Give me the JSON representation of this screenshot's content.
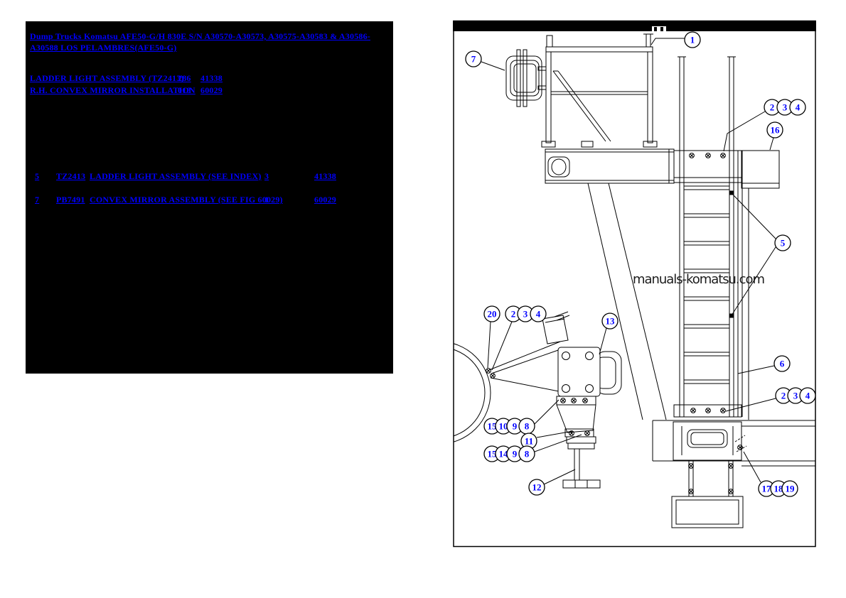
{
  "panel": {
    "breadcrumb": {
      "site_link": "Dump Trucks Komatsu ",
      "model_link": "AFE50-G/H 830E  S/N A30570-A30573, A30575-A30583 & A30586-A30588 LOS PELAMBRES(AFE50-G)"
    },
    "figure_links": [
      {
        "title": "LADDER LIGHT ASSEMBLY (TZ2413)",
        "page": "286",
        "fig": "41338"
      },
      {
        "title": "R.H. CONVEX MIRROR INSTALLATION",
        "page": "018",
        "fig": "60029"
      }
    ],
    "parts": [
      {
        "item": "5",
        "part_no": "TZ2413",
        "description": "LADDER LIGHT ASSEMBLY (SEE INDEX)",
        "qty": "3",
        "fig": "41338"
      },
      {
        "item": "7",
        "part_no": "PB7491",
        "description": "CONVEX MIRROR ASSEMBLY (SEE FIG 60029)",
        "qty": "1",
        "fig": "60029"
      }
    ]
  },
  "diagram": {
    "watermark": "manuals-komatsu.com",
    "callouts": [
      {
        "label": "7"
      },
      {
        "label": "1"
      },
      {
        "label": "2"
      },
      {
        "label": "3"
      },
      {
        "label": "4"
      },
      {
        "label": "16"
      },
      {
        "label": "5"
      },
      {
        "label": "6"
      },
      {
        "label": "2"
      },
      {
        "label": "3"
      },
      {
        "label": "4"
      },
      {
        "label": "17"
      },
      {
        "label": "18"
      },
      {
        "label": "19"
      },
      {
        "label": "20"
      },
      {
        "label": "2"
      },
      {
        "label": "3"
      },
      {
        "label": "4"
      },
      {
        "label": "13"
      },
      {
        "label": "15"
      },
      {
        "label": "10"
      },
      {
        "label": "9"
      },
      {
        "label": "8"
      },
      {
        "label": "11"
      },
      {
        "label": "15"
      },
      {
        "label": "14"
      },
      {
        "label": "9"
      },
      {
        "label": "8"
      },
      {
        "label": "12"
      }
    ]
  },
  "colors": {
    "link_blue": "#0000ff",
    "panel_bg": "#000000",
    "line_black": "#000000",
    "watermark_gray": "#1c1c1c"
  }
}
